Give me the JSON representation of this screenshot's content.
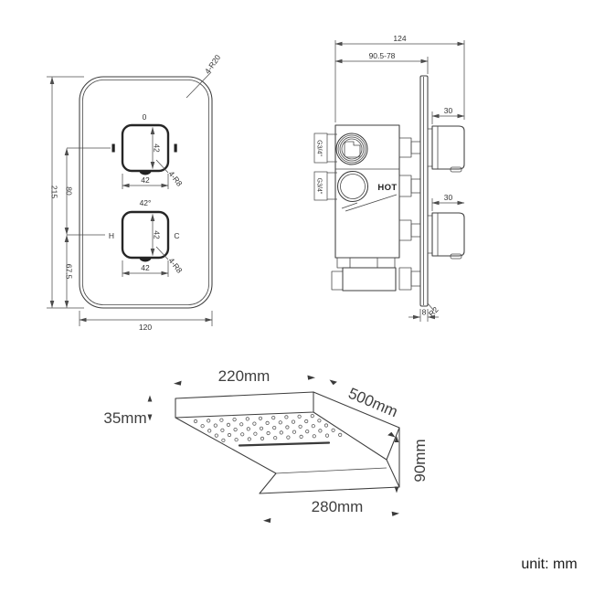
{
  "front_view": {
    "plate_height": "215",
    "plate_width": "120",
    "knob_spacing": "80",
    "bottom_knob_offset": "67.5",
    "corner_radius_note": "4-R20",
    "top_knob": {
      "position_label": "0",
      "height": "42",
      "width": "42",
      "corner_note": "4-R8"
    },
    "bottom_knob": {
      "angle_label": "42°",
      "hot_label": "H",
      "cold_label": "C",
      "height": "42",
      "width": "42",
      "corner_note": "4-R8"
    }
  },
  "side_view": {
    "total_depth": "124",
    "adjustable_depth": "90.5-78",
    "top_handle_depth": "30",
    "bottom_handle_depth": "30",
    "top_port_thread": "G3/4\"",
    "bottom_port_thread": "G3/4\"",
    "hot_label": "HOT",
    "plate_edge_thickness": "8",
    "plate_corner_radius": "R2"
  },
  "shower_head": {
    "width": "220mm",
    "length": "500mm",
    "front_thickness": "35mm",
    "end_height": "90mm",
    "bottom_width": "280mm"
  },
  "footer": {
    "unit_note": "unit: mm"
  }
}
